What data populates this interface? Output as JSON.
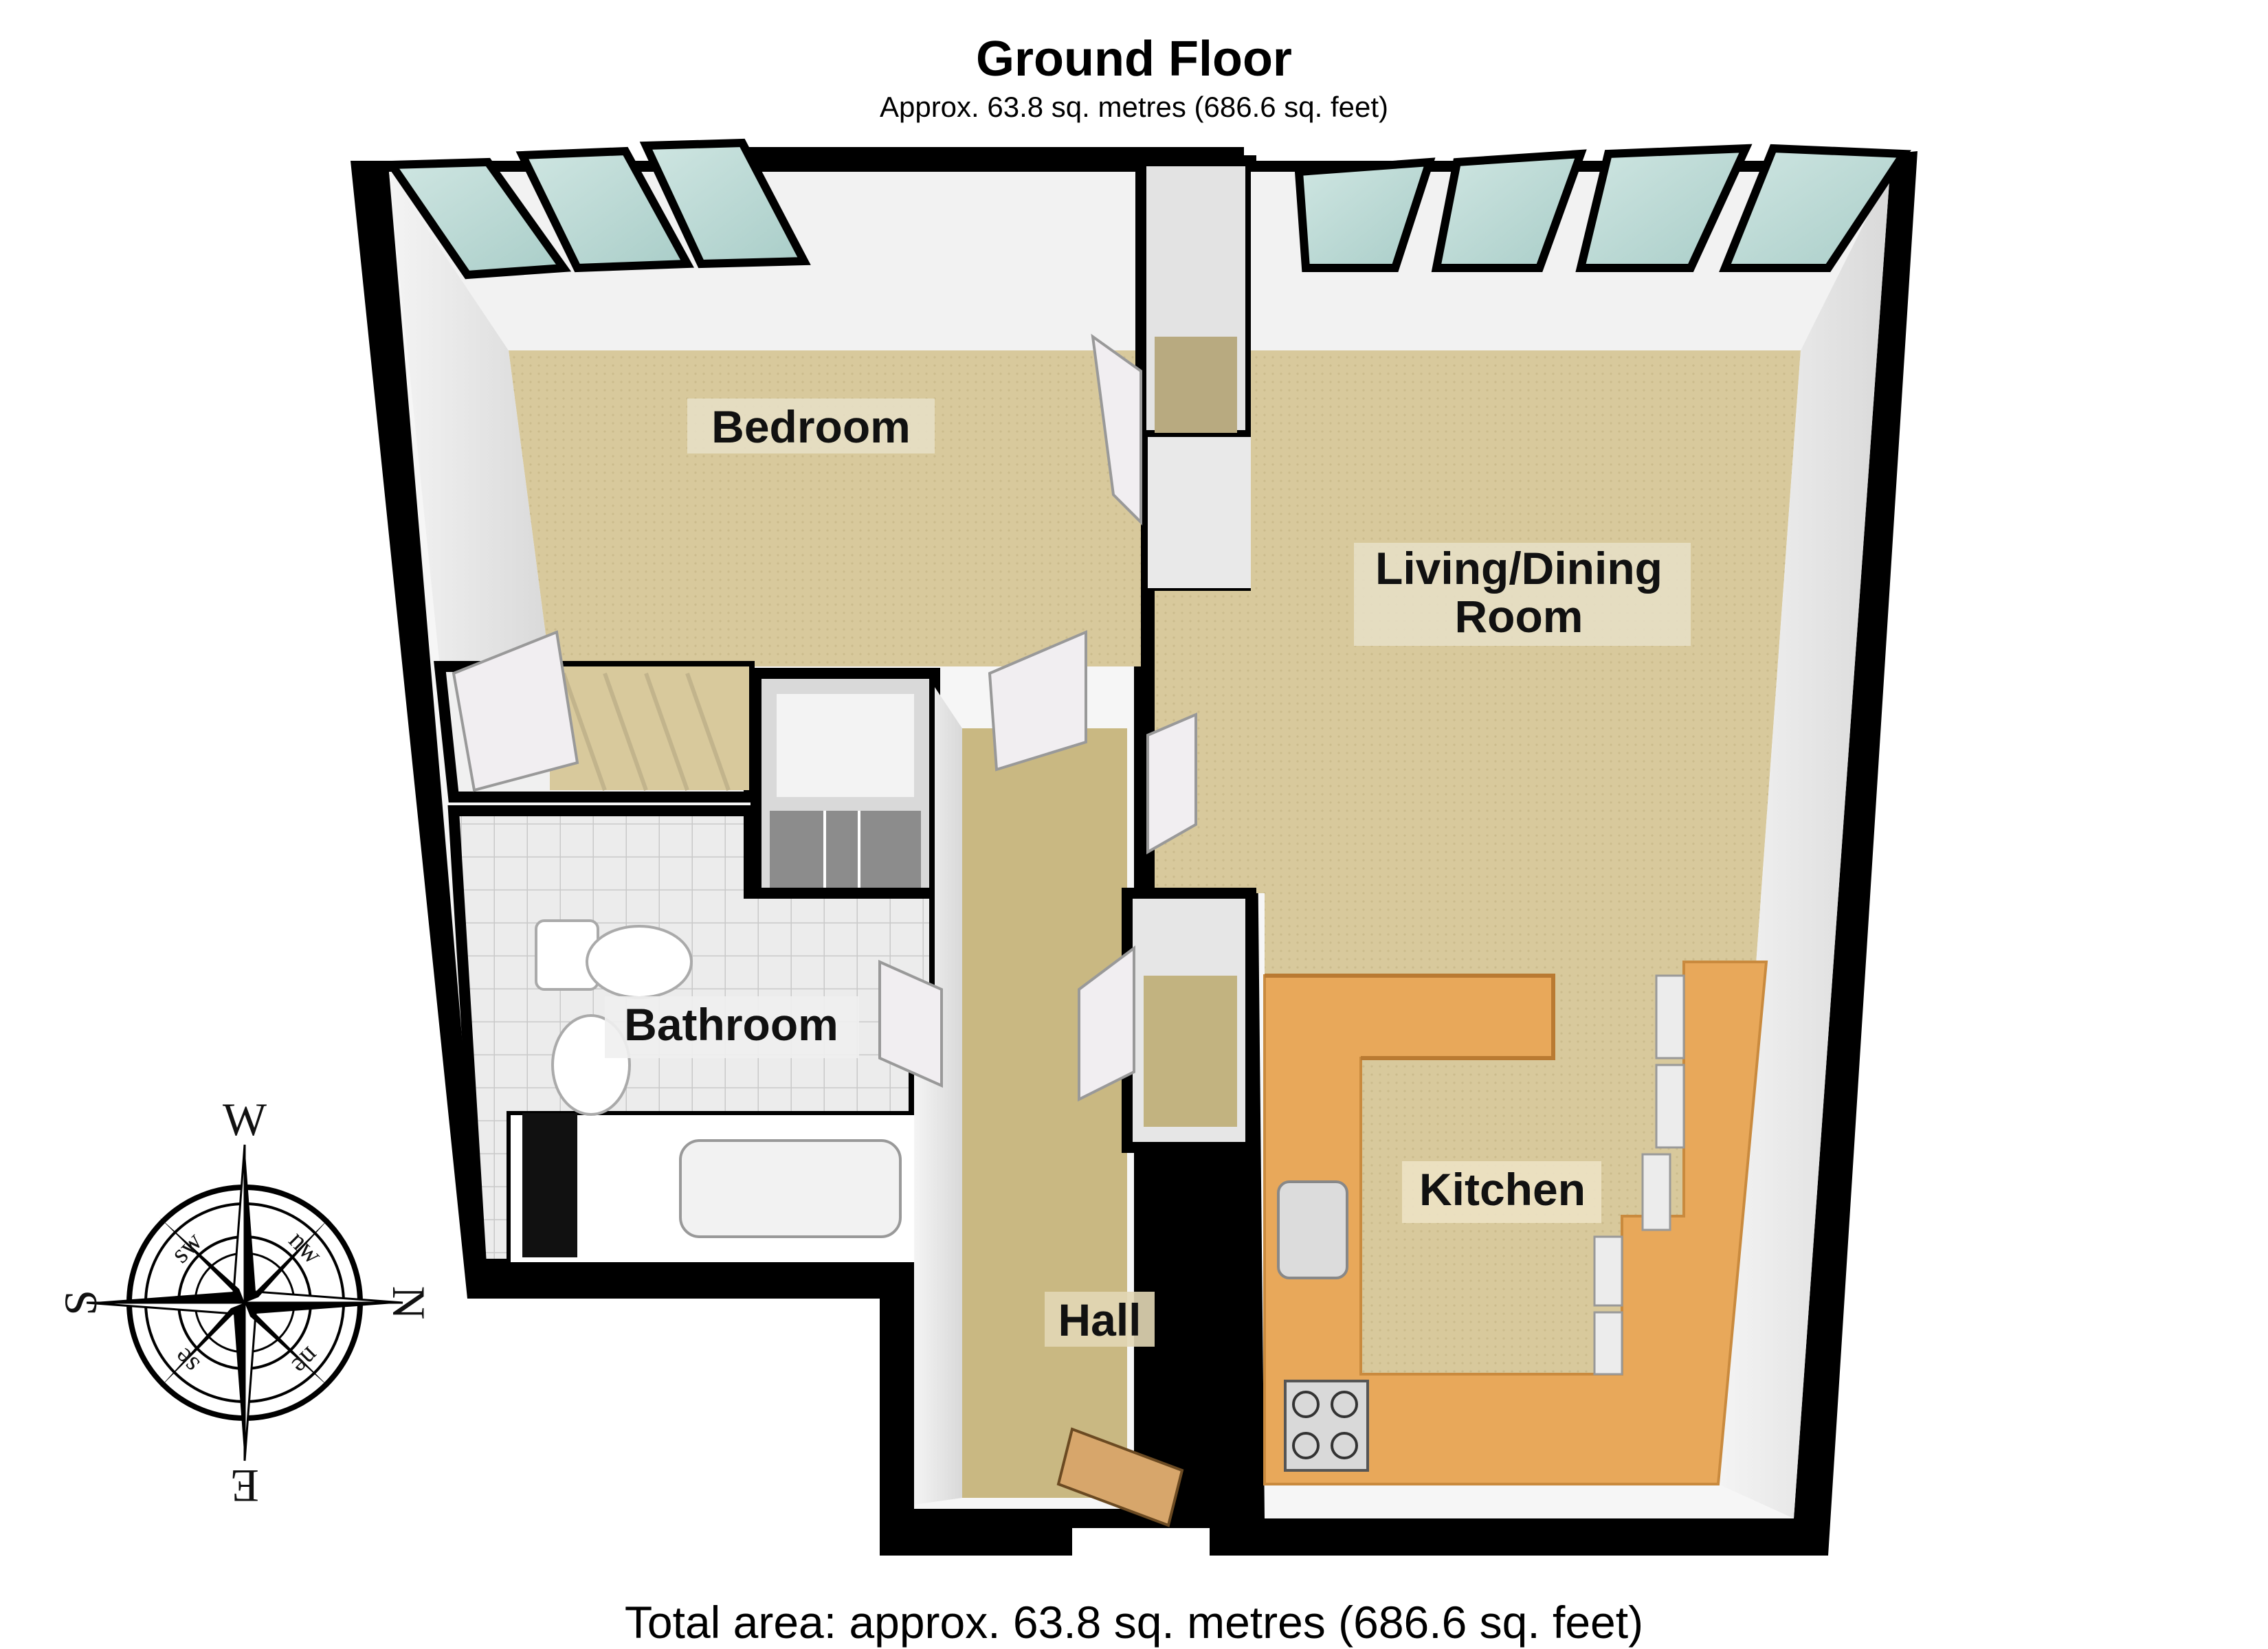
{
  "header": {
    "title": "Ground Floor",
    "subtitle": "Approx. 63.8 sq. metres (686.6 sq. feet)"
  },
  "footer": {
    "total_area": "Total area: approx. 63.8 sq. metres (686.6 sq. feet)"
  },
  "rooms": {
    "bedroom": "Bedroom",
    "living_line1": "Living/Dining",
    "living_line2": "Room",
    "bathroom": "Bathroom",
    "kitchen": "Kitchen",
    "hall": "Hall"
  },
  "compass": {
    "w": "W",
    "n": "N",
    "e": "E",
    "s": "S",
    "sw": "sw",
    "nw": "nw",
    "ne": "ne",
    "se": "se"
  },
  "colors": {
    "carpet": "#d6c79a",
    "hall_carpet": "#c9b882",
    "worktop": "#e8a85a",
    "tile": "#e8e8e8",
    "wall": "#000000",
    "glass": "#b8d8d4"
  }
}
